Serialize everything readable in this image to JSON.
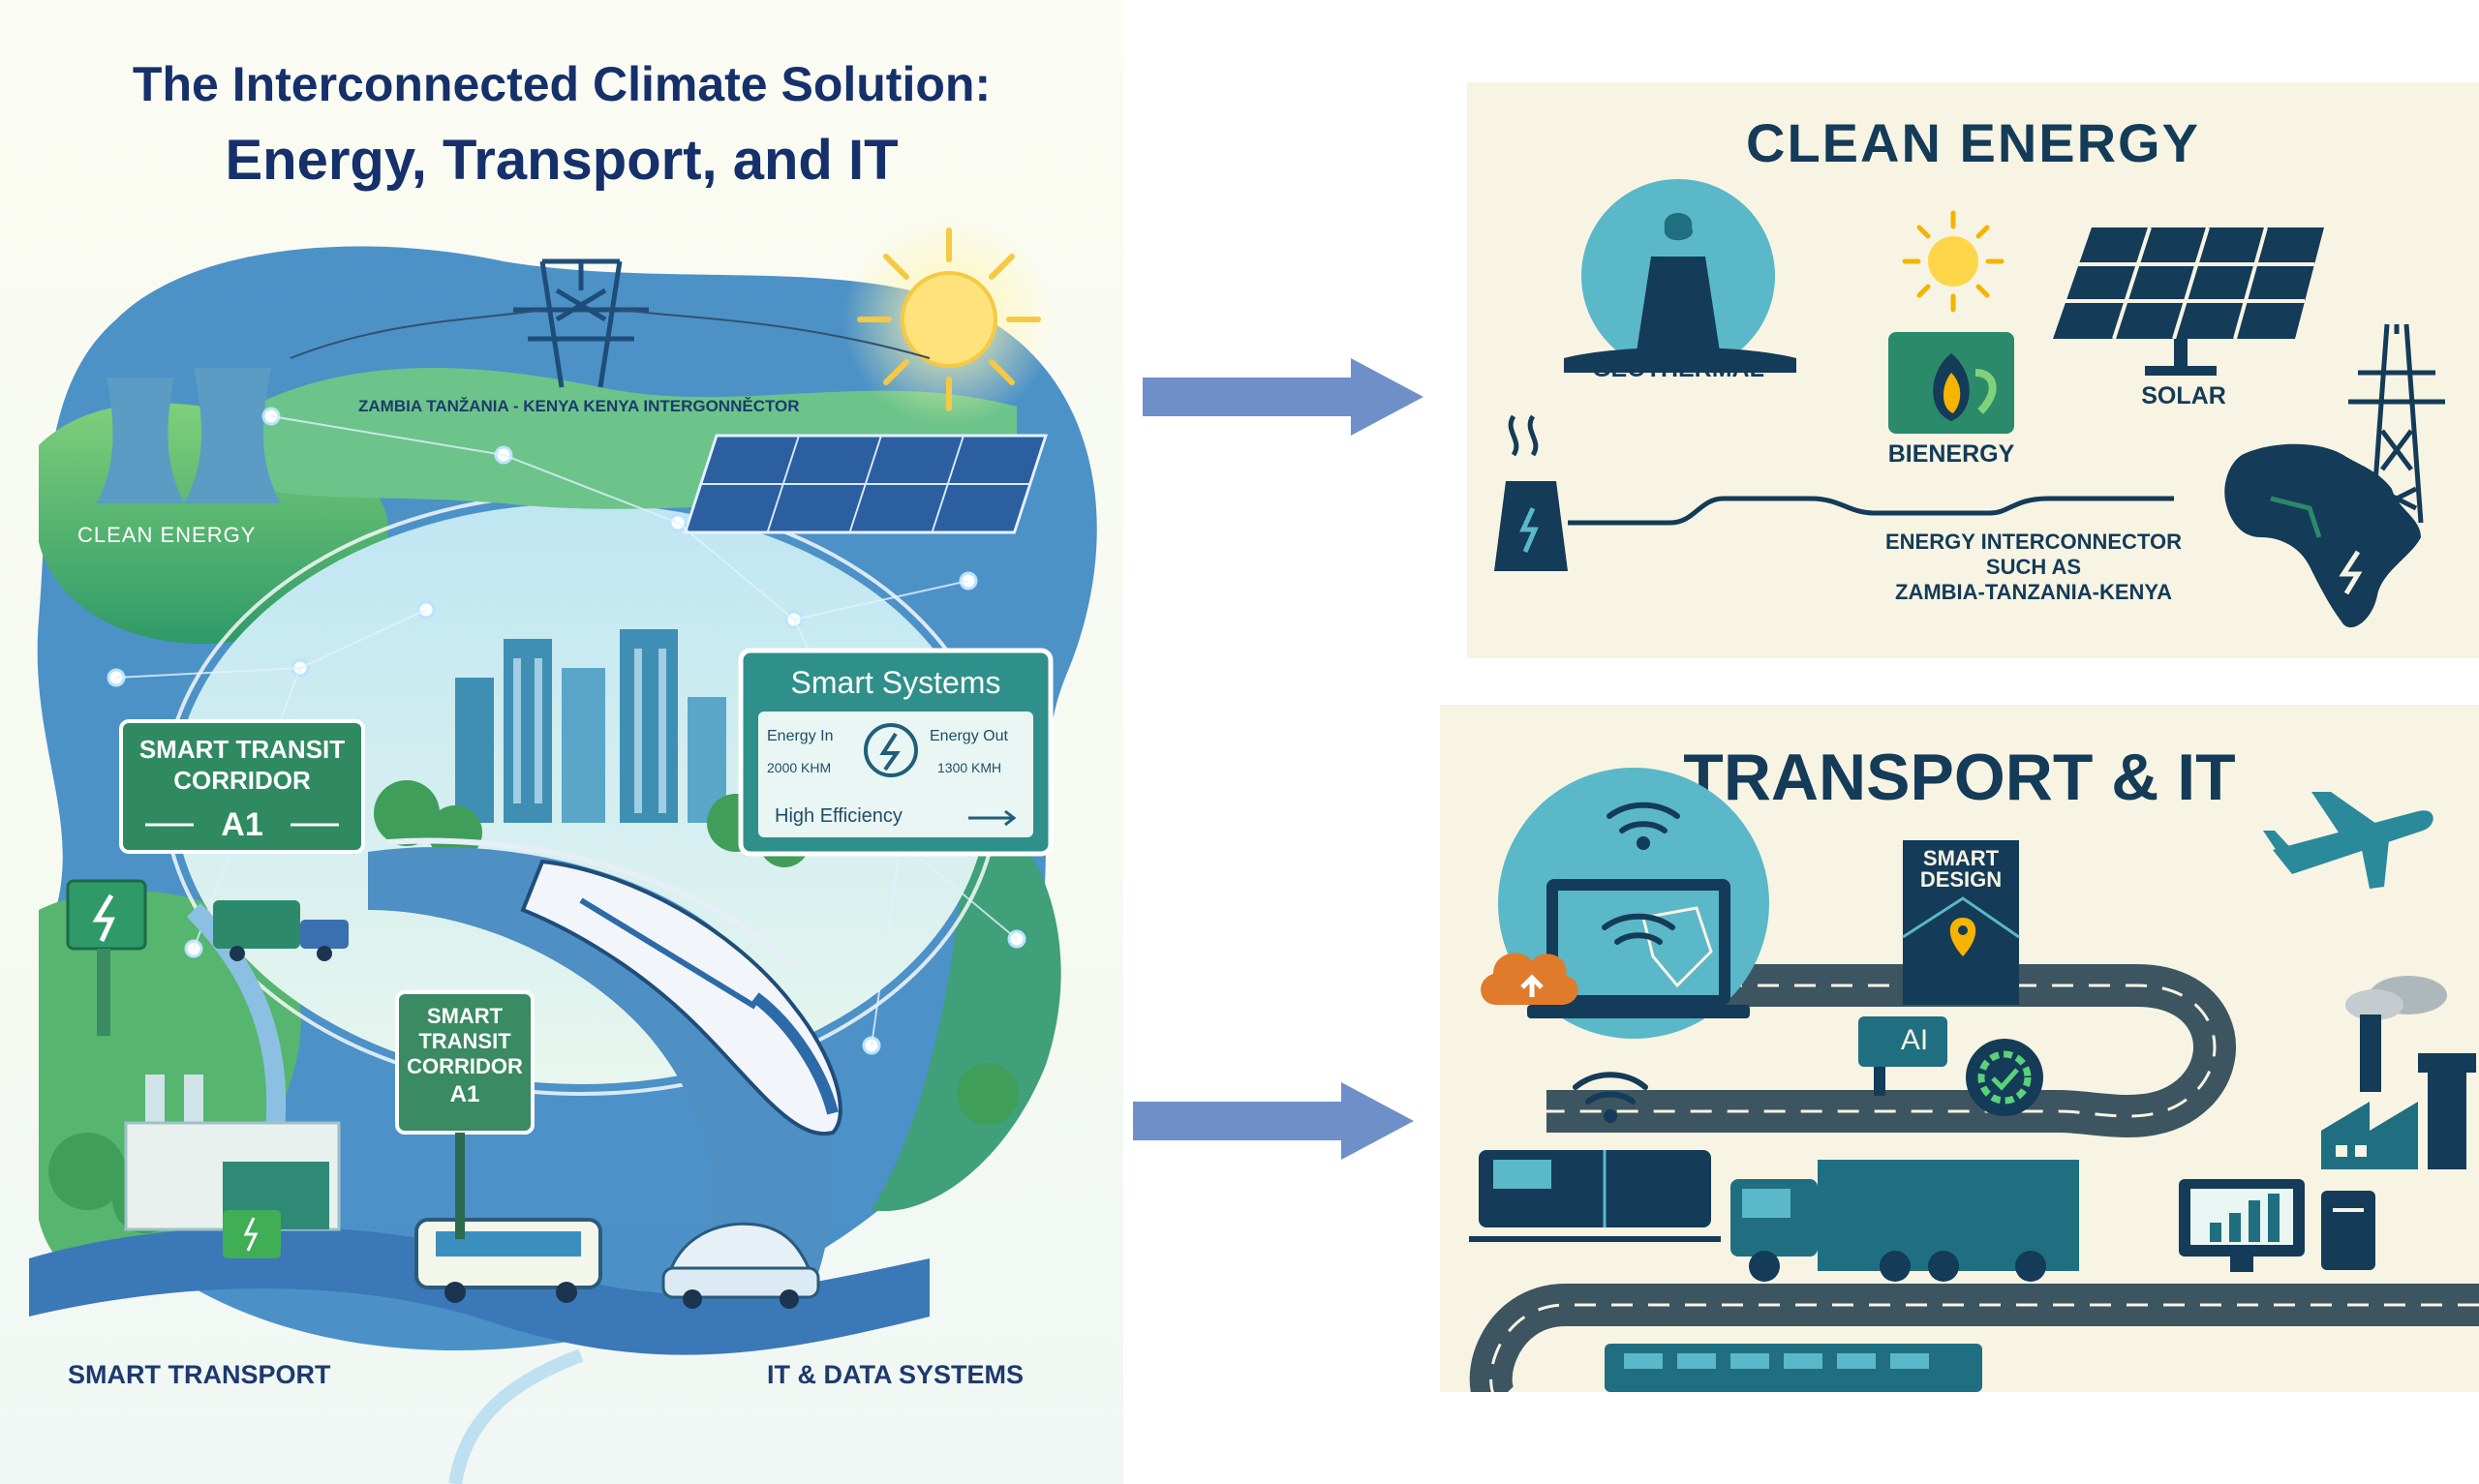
{
  "poster": {
    "title_line1": "The Interconnected Climate Solution:",
    "title_line2": "Energy, Transport, and IT",
    "interconnector_label": "ZAMBIA TANŽANIA - KENYA KENYA INTERGONNĚCTOR",
    "clean_energy_label": "CLEAN ENERGY",
    "sign_corridor_1": {
      "line1": "SMART TRANSIT",
      "line2": "CORRIDOR",
      "line3": "A1"
    },
    "sign_corridor_2": {
      "line1": "SMART",
      "line2": "TRANSIT",
      "line3": "CORRIDOR",
      "line4": "A1"
    },
    "smart_systems": {
      "title": "Smart Systems",
      "energy_in_label": "Energy In",
      "energy_in_value": "2000 KHM",
      "energy_out_label": "Energy Out",
      "energy_out_value": "1300 KMH",
      "efficiency": "High Efficiency"
    },
    "footer_left": "SMART TRANSPORT",
    "footer_right": "IT & DATA SYSTEMS"
  },
  "clean_energy_panel": {
    "title": "CLEAN ENERGY",
    "geothermal": "GEOTHERMAL",
    "solar": "SOLAR",
    "bioenergy": "BIENERGY",
    "interconnector_line1": "ENERGY INTERCONNECTOR",
    "interconnector_line2": "SUCH AS",
    "interconnector_line3": "ZAMBIA-TANZANIA-KENYA"
  },
  "transport_panel": {
    "title": "TRANSPORT & IT",
    "smart_design_line1": "SMART",
    "smart_design_line2": "DESIGN",
    "ai_label": "AI"
  },
  "colors": {
    "navy": "#143b57",
    "teal": "#1f6f80",
    "arrow": "#6f8fc9",
    "panel_bg": "#f7f4e4",
    "green": "#3aa766"
  }
}
